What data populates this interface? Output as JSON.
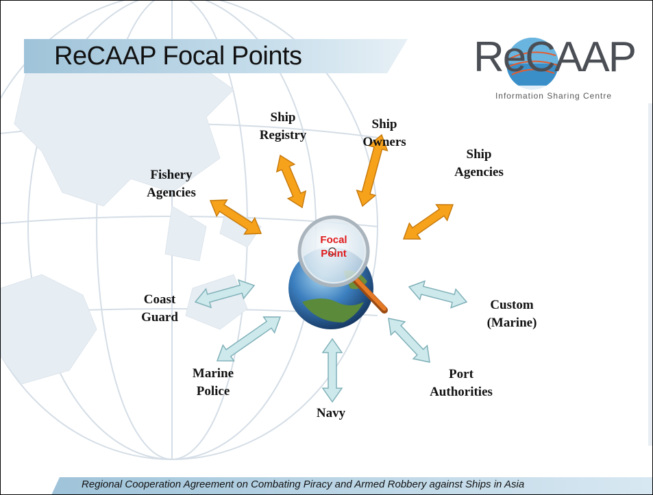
{
  "slide": {
    "title": "ReCAAP Focal Points",
    "logo": {
      "text": "ReCAAP",
      "subtitle": "Information Sharing Centre"
    },
    "center": {
      "line1": "Focal",
      "line2": "Point"
    },
    "nodes": [
      {
        "id": "ship-registry",
        "lines": [
          "Ship",
          "Registry"
        ],
        "arrow_color": "orange"
      },
      {
        "id": "ship-owners",
        "lines": [
          "Ship",
          "Owners"
        ],
        "arrow_color": "orange"
      },
      {
        "id": "ship-agencies",
        "lines": [
          "Ship",
          "Agencies"
        ],
        "arrow_color": "orange"
      },
      {
        "id": "fishery-agencies",
        "lines": [
          "Fishery",
          "Agencies"
        ],
        "arrow_color": "orange"
      },
      {
        "id": "coast-guard",
        "lines": [
          "Coast",
          "Guard"
        ],
        "arrow_color": "light-blue"
      },
      {
        "id": "custom-marine",
        "lines": [
          "Custom",
          "(Marine)"
        ],
        "arrow_color": "light-blue"
      },
      {
        "id": "marine-police",
        "lines": [
          "Marine",
          "Police"
        ],
        "arrow_color": "light-blue"
      },
      {
        "id": "navy",
        "lines": [
          "Navy"
        ],
        "arrow_color": "light-blue"
      },
      {
        "id": "port-authorities",
        "lines": [
          "Port",
          "Authorities"
        ],
        "arrow_color": "light-blue"
      }
    ],
    "footer": "Regional Cooperation Agreement on Combating Piracy and Armed Robbery against Ships in Asia"
  },
  "colors": {
    "orange_arrow": "#f7a21b",
    "blue_arrow": "#cde9ec",
    "title_banner": "#b9d4e4",
    "focal_text": "#e0191b",
    "map": "#e6edf3"
  }
}
